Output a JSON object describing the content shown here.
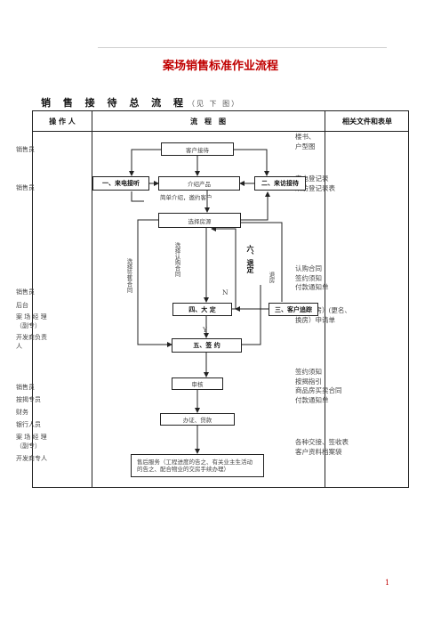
{
  "doc": {
    "title": "案场销售标准作业流程",
    "section_title": "销 售 接 待 总 流 程",
    "section_note": "（见 下 图）",
    "page_number": "1"
  },
  "table": {
    "headers": [
      "操 作 人",
      "流　程　图",
      "相关文件和表单"
    ],
    "operators": [
      [
        "销售员"
      ],
      [
        "销售员"
      ],
      [
        "销售员",
        "后台",
        "案 场 经 理",
        "（副专）",
        "开发商负责",
        "人"
      ],
      [
        "销售员",
        "按揭专员",
        "财务",
        "银行人员",
        "案 场 经 理",
        "（副专）",
        "开发商专人"
      ]
    ],
    "docs": [
      [
        "楼书、",
        "户型图"
      ],
      [
        "来电登记表",
        "来访登记表表"
      ],
      [
        "认购合同",
        "签约须知",
        "付款通知单"
      ],
      [
        "退定（房）(更名、",
        "换房）申请单"
      ],
      [
        "签约须知",
        "按揭指引",
        "商品房买卖合同",
        "付款通知单"
      ],
      [
        "各种交接、签收表",
        "客户资料档案袋"
      ]
    ]
  },
  "flow": {
    "reception": "客户接待",
    "phone": "一、来电接听",
    "visit": "二、来访接待",
    "intro": "介绍产品",
    "intro_note": "简单介绍，邀约客户",
    "select": "选择房源",
    "deposit": "四、大 定",
    "follow": "三、客户追踪",
    "sign": "五、签 约",
    "review": "审核",
    "certificate": "办证、贷款",
    "after": "售后服务（工程进度的告之、有关业主生活动的告之、配合物业的交房手续办理）",
    "note_sign_direct": "选择签售合同",
    "note_purchase": "选择认购合同",
    "note_refund": "六、退定",
    "note_return": "退房",
    "label_n": "N",
    "label_y": "Y"
  }
}
